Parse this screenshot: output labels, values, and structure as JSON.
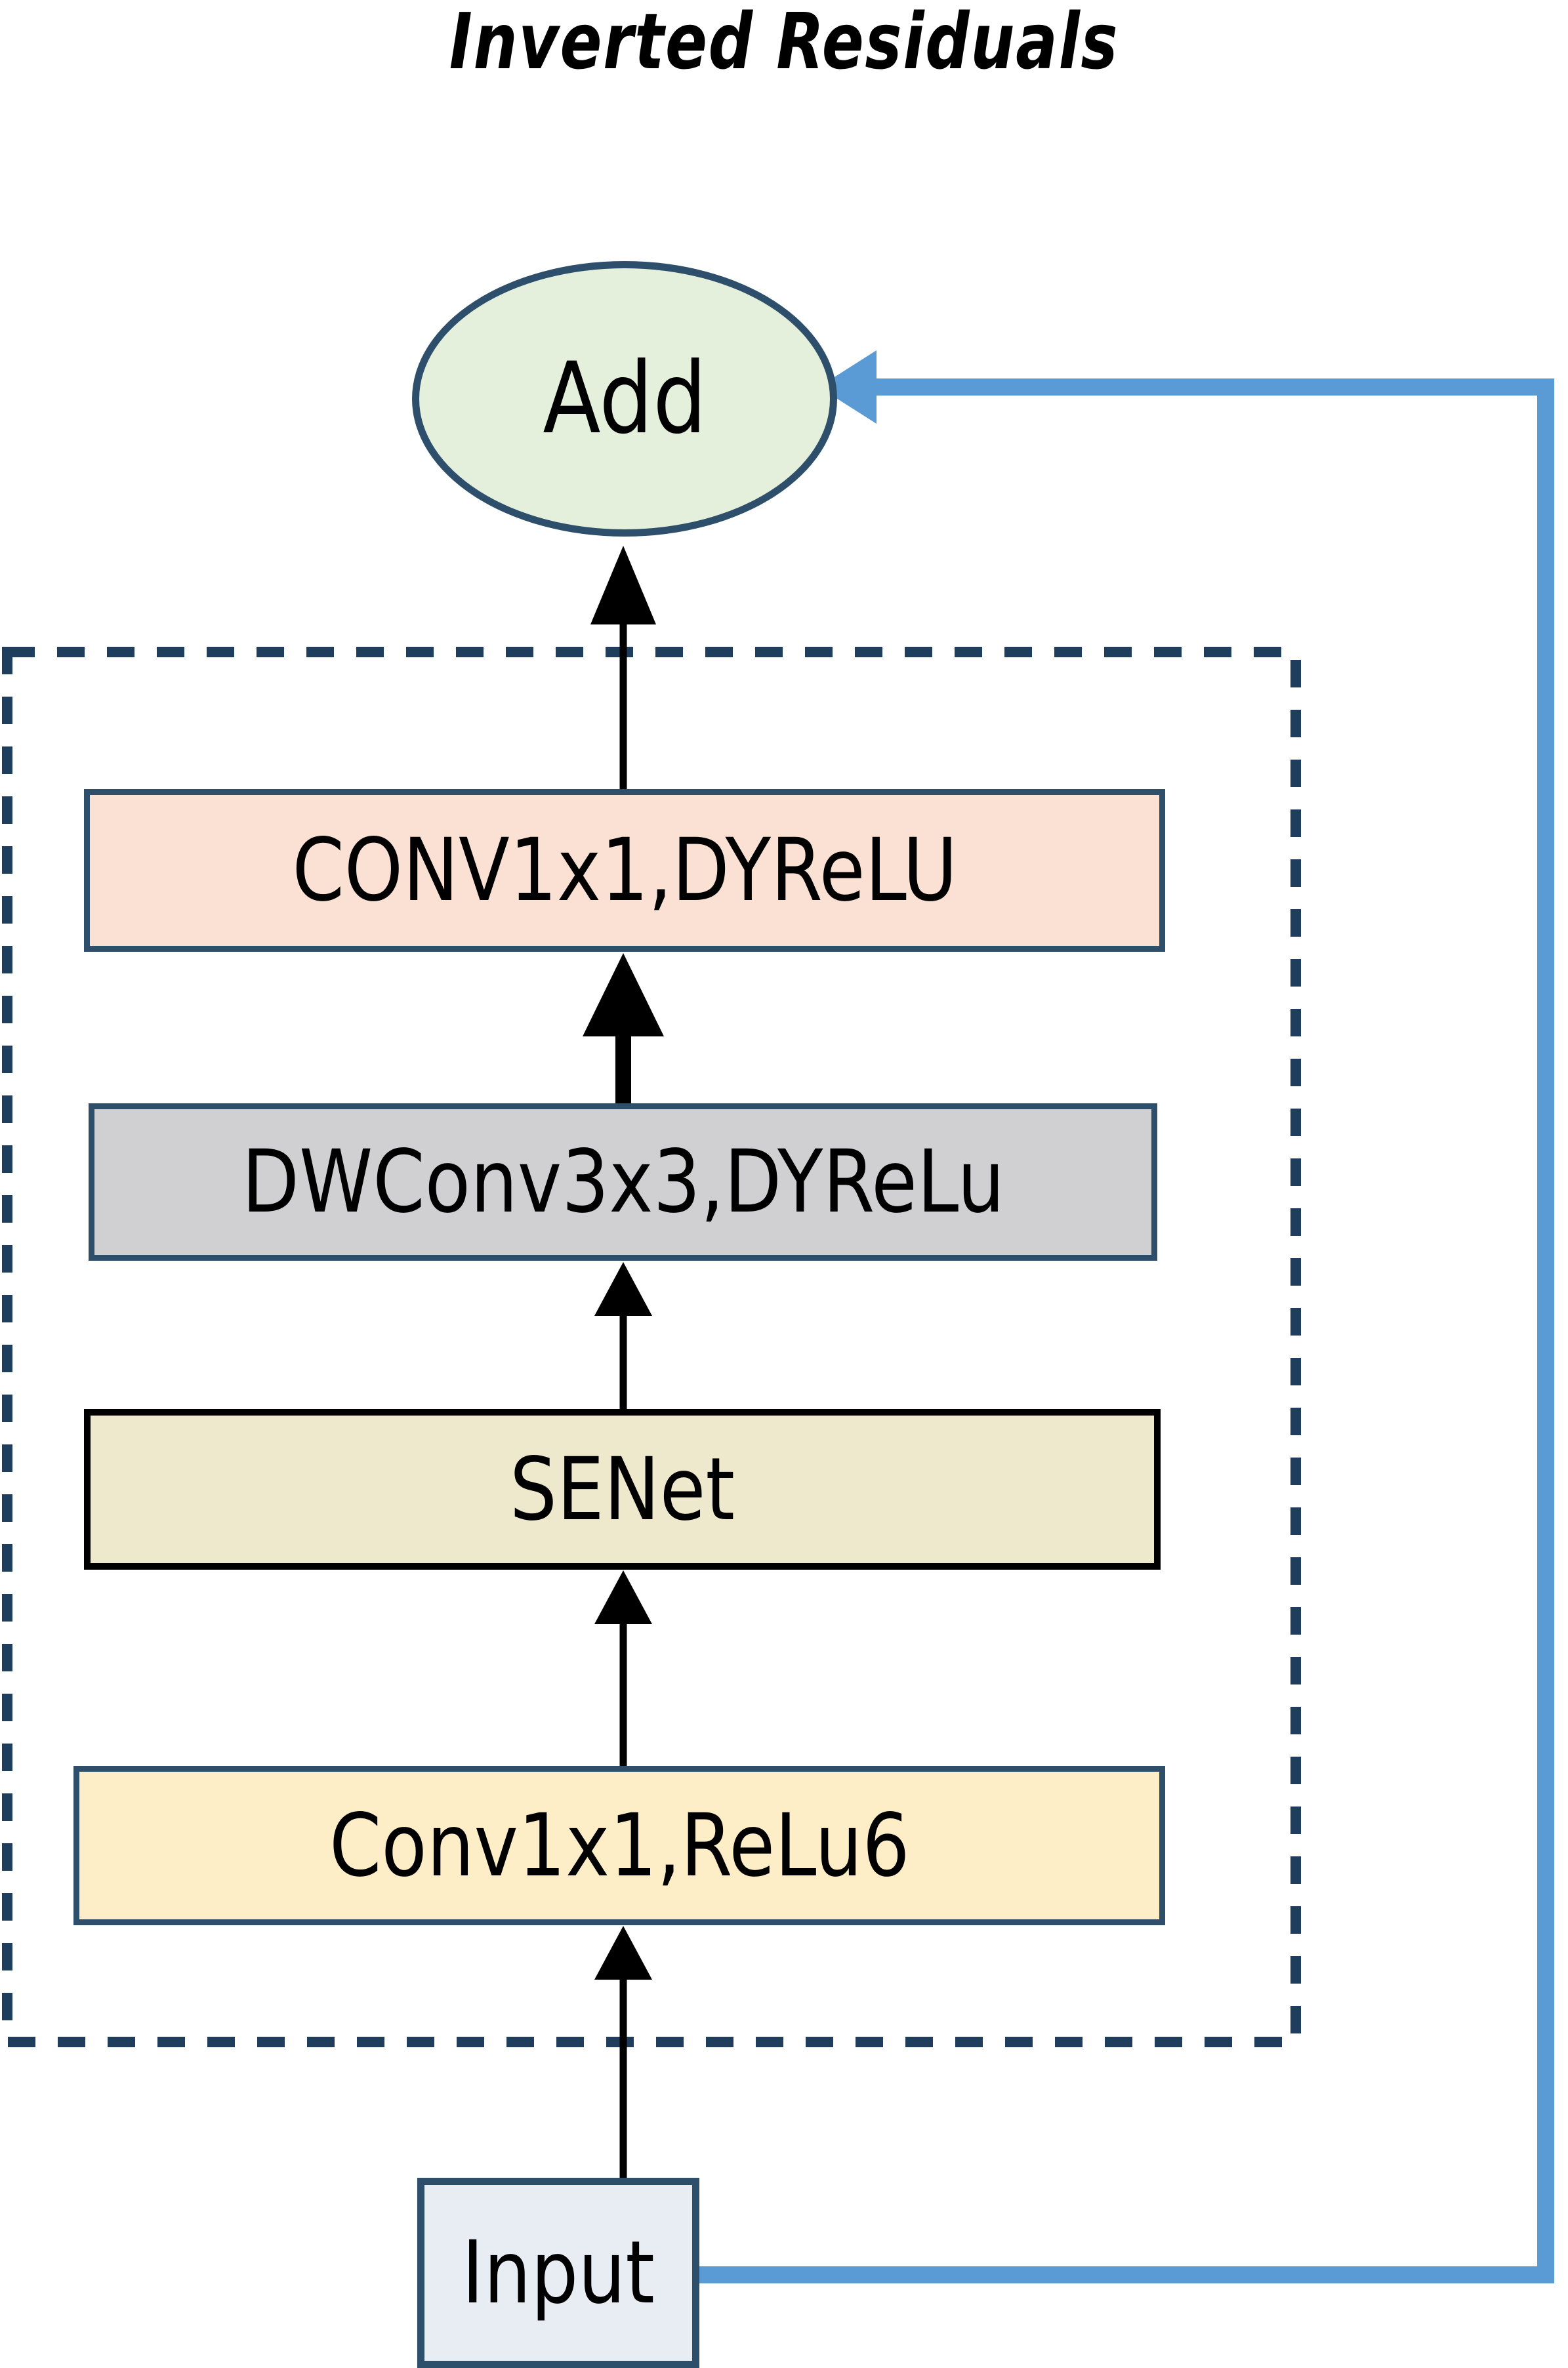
{
  "figure": {
    "title": "Inverted Residuals",
    "type": "flowchart",
    "background_color": "#ffffff"
  },
  "colors": {
    "node_border_navy": "#2e4f6b",
    "node_border_black": "#000000",
    "add_fill": "#e4efdc",
    "conv_top_fill": "#fae1d3",
    "dwconv_fill": "#d0cfd2",
    "senet_fill": "#eee8cd",
    "conv_bottom_fill": "#fdeec8",
    "input_fill": "#e8edf3",
    "skip_connection_blue": "#5b9bd5",
    "arrow_black": "#000000",
    "dashed_group_border": "#1f3d5c"
  },
  "nodes": {
    "add": {
      "label": "Add",
      "shape": "ellipse",
      "fill": "#e4efdc",
      "border": "#2e4f6b"
    },
    "conv_top": {
      "label": "CONV1x1,DYReLU",
      "shape": "rectangle",
      "fill": "#fae1d3",
      "border": "#2e4f6b"
    },
    "dwconv": {
      "label": "DWConv3x3,DYReLu",
      "shape": "rectangle",
      "fill": "#d0cfd2",
      "border": "#2e4f6b"
    },
    "senet": {
      "label": "SENet",
      "shape": "rectangle",
      "fill": "#eee8cd",
      "border": "#000000"
    },
    "conv_bottom": {
      "label": "Conv1x1,ReLu6",
      "shape": "rectangle",
      "fill": "#fdeec8",
      "border": "#2e4f6b"
    },
    "input": {
      "label": "Input",
      "shape": "rectangle",
      "fill": "#e8edf3",
      "border": "#2e4f6b"
    }
  },
  "group": {
    "name": "inverted-residual-block",
    "style": "dashed",
    "border_color": "#1f3d5c",
    "label": ""
  },
  "edges": [
    {
      "from": "input",
      "to": "conv_bottom",
      "style": "solid-arrow",
      "color": "#000000"
    },
    {
      "from": "conv_bottom",
      "to": "senet",
      "style": "solid-arrow",
      "color": "#000000"
    },
    {
      "from": "senet",
      "to": "dwconv",
      "style": "solid-arrow",
      "color": "#000000"
    },
    {
      "from": "dwconv",
      "to": "conv_top",
      "style": "solid-arrow-thick",
      "color": "#000000"
    },
    {
      "from": "conv_top",
      "to": "add",
      "style": "solid-arrow",
      "color": "#000000"
    },
    {
      "from": "input",
      "to": "add",
      "style": "skip-connection",
      "color": "#5b9bd5"
    }
  ]
}
